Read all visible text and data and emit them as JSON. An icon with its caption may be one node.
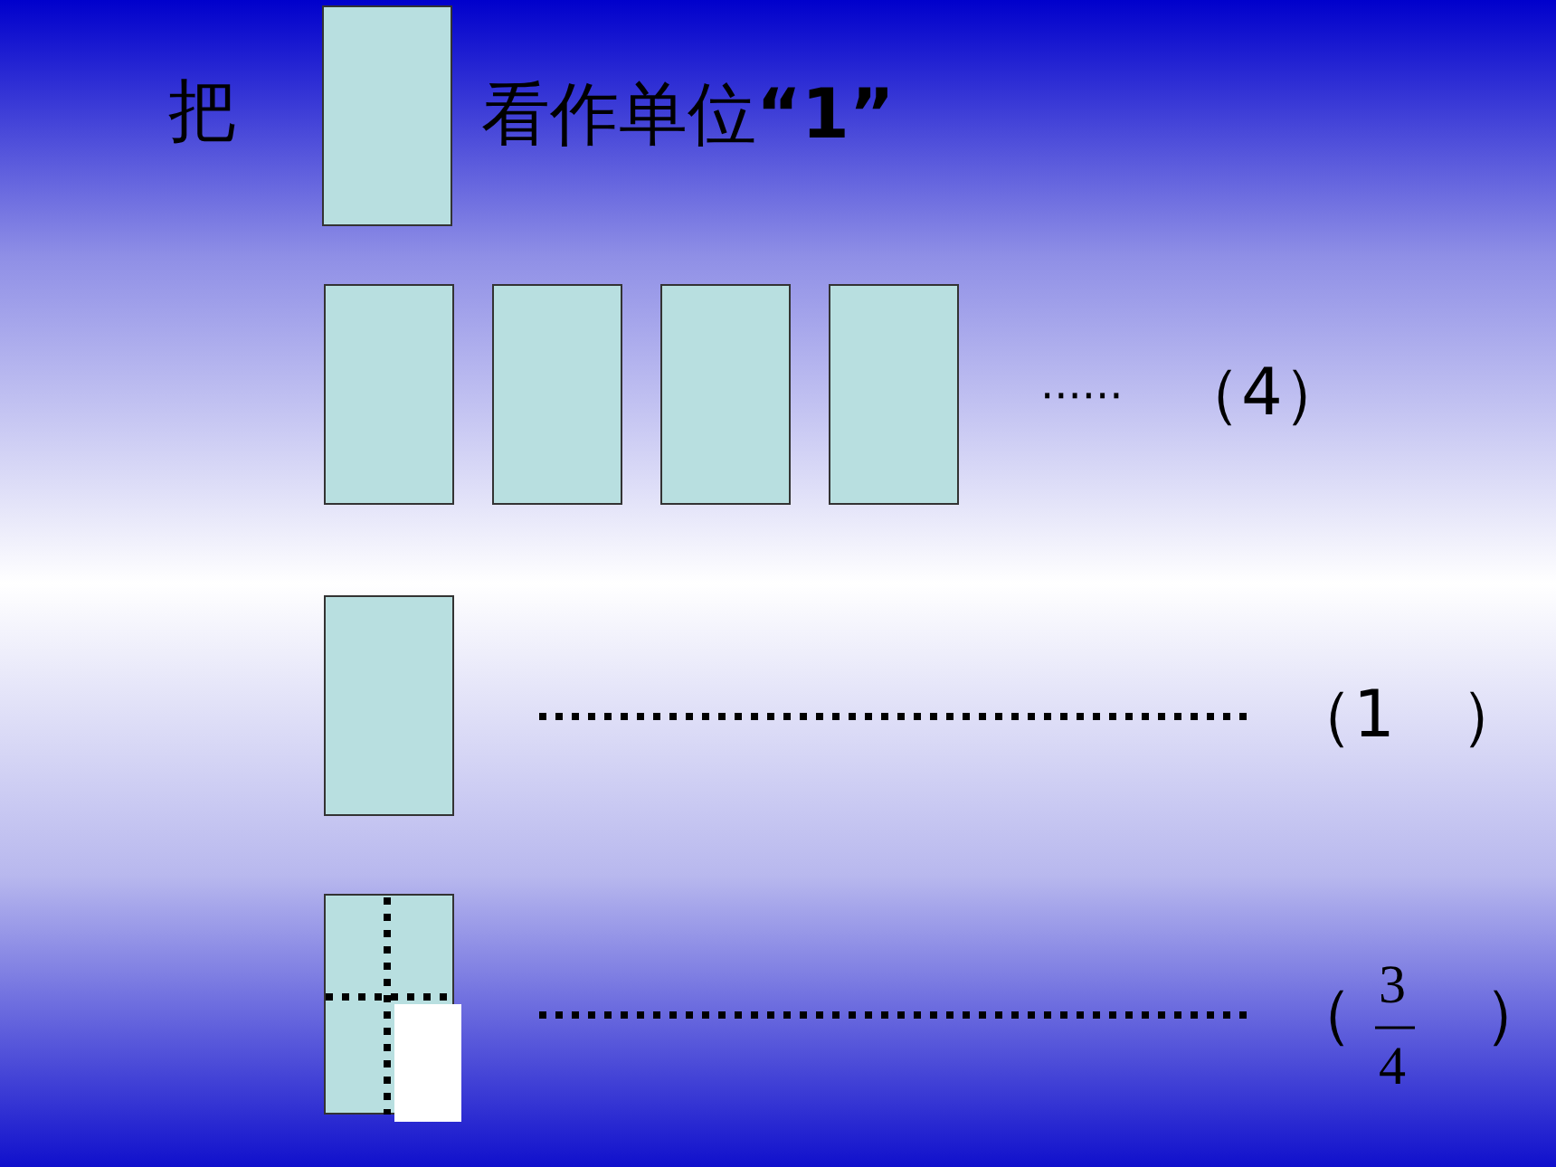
{
  "diagram": {
    "nodes": [
      {
        "text": [],
        "shape": "box"
      },
      {
        "text": [],
        "shape": "box"
      },
      {
        "text": [],
        "shape": "box"
      },
      {
        "text": [],
        "shape": "box"
      },
      {
        "text": [],
        "shape": "box"
      },
      {
        "text": [],
        "shape": "box"
      },
      {
        "text": [],
        "shape": "box"
      }
    ],
    "labels": [
      "把",
      "看作单位**“1”**",
      "······",
      "（4）",
      "（1　）",
      "（　　）",
      "3",
      "4"
    ]
  }
}
